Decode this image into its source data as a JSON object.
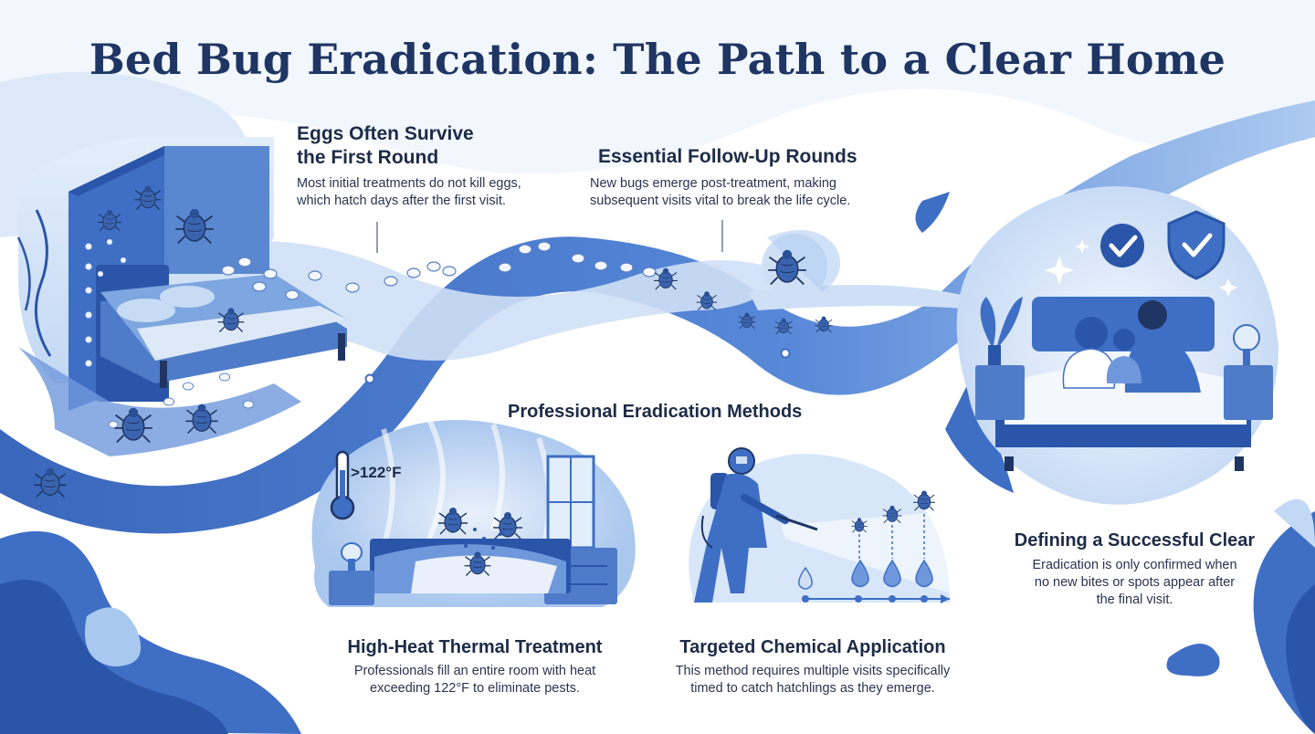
{
  "title": "Bed Bug Eradication: The Path to a Clear Home",
  "eggs": {
    "heading_line1": "Eggs Often Survive",
    "heading_line2": "the First Round",
    "body_line1": "Most initial treatments do not kill eggs,",
    "body_line2": "which hatch days after the first visit."
  },
  "followup": {
    "heading": "Essential Follow-Up Rounds",
    "body_line1": "New bugs emerge post-treatment, making",
    "body_line2": "subsequent visits vital to break the life cycle."
  },
  "methods": {
    "heading": "Professional Eradication Methods",
    "heat": {
      "temperature": ">122°F",
      "heading": "High-Heat Thermal Treatment",
      "body_line1": "Professionals fill an entire room with heat",
      "body_line2": "exceeding 122°F to eliminate pests."
    },
    "chemical": {
      "heading": "Targeted Chemical Application",
      "body_line1": "This method requires multiple visits specifically",
      "body_line2": "timed to catch hatchlings as they emerge."
    }
  },
  "success": {
    "heading": "Defining a Successful Clear",
    "body_line1": "Eradication is only confirmed when",
    "body_line2": "no new bites or spots appear after",
    "body_line3": "the final visit."
  },
  "icons": [
    "bed-bug-icon",
    "egg-icon",
    "thermometer-icon",
    "checkmark-badge-icon",
    "shield-check-icon",
    "sparkle-icon",
    "sprayer-icon",
    "droplet-icon"
  ],
  "colors": {
    "primary": "#3f6fc4",
    "dark": "#1f3563",
    "light": "#cfe0f6",
    "pale": "#eaf2fc"
  }
}
